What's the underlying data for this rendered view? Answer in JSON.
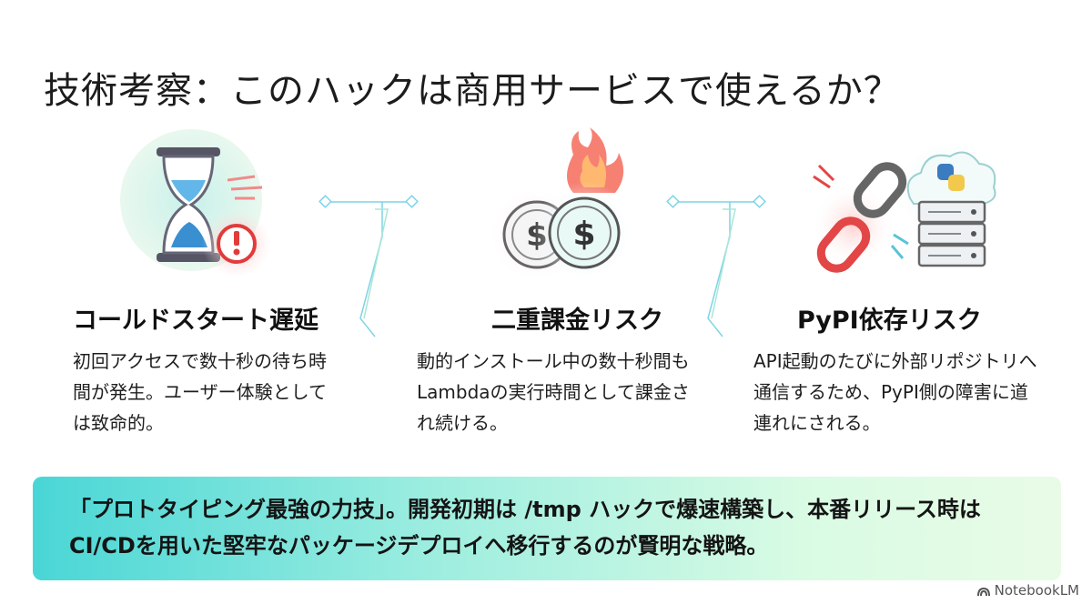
{
  "title": "技術考察：このハックは商用サービスで使えるか？",
  "cards": [
    {
      "heading": "コールドスタート遅延",
      "body": "初回アクセスで数十秒の待ち時間が発生。ユーザー体験としては致命的。",
      "icon": "hourglass-warning-icon"
    },
    {
      "heading": "二重課金リスク",
      "body": "動的インストール中の数十秒間もLambdaの実行時間として課金され続ける。",
      "icon": "burning-coins-icon"
    },
    {
      "heading": "PyPI依存リスク",
      "body": "API起動のたびに外部リポジトリへ通信するため、PyPI側の障害に道連れにされる。",
      "icon": "broken-chain-python-server-icon"
    }
  ],
  "banner": {
    "text": "「プロトタイピング最強の力技」。開発初期は /tmp ハックで爆速構築し、本番リリース時はCI/CDを用いた堅牢なパッケージデプロイへ移行するのが賢明な戦略。"
  },
  "watermark": "NotebookLM",
  "colors": {
    "accent_teal": "#49d6d6",
    "warning_red": "#e23b3b",
    "connector": "#7fd4e6"
  }
}
